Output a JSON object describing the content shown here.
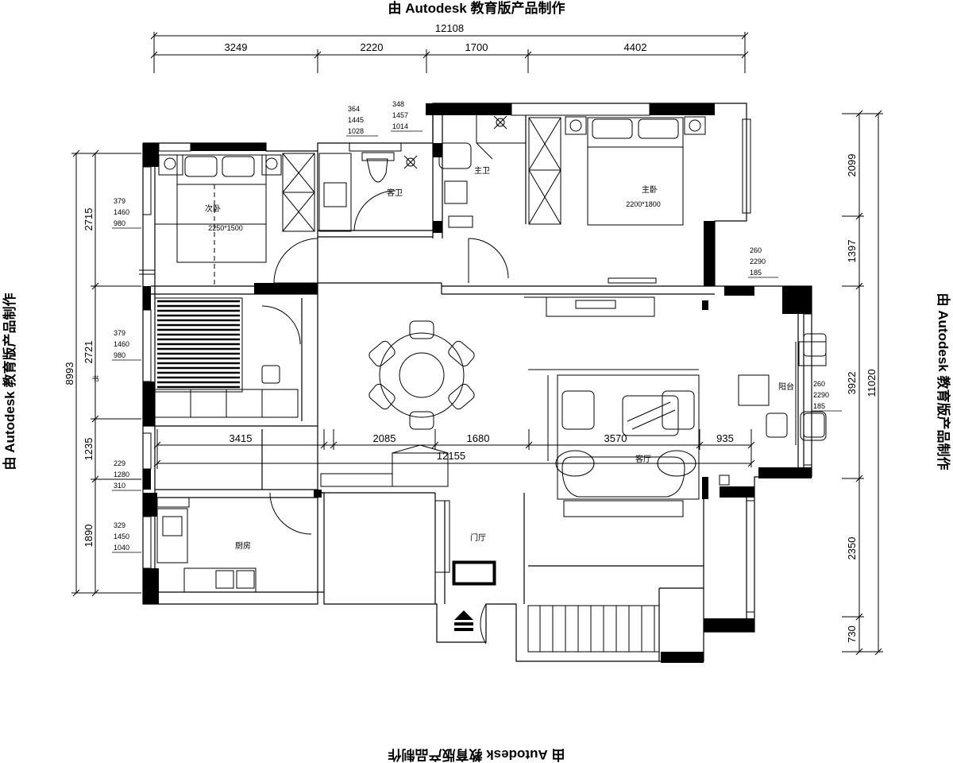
{
  "watermark": {
    "top": "由 Autodesk 教育版产品制作",
    "bottom": "由 Autodesk 教育版产品制作",
    "left": "由 Autodesk 教育版产品制作",
    "right": "由 Autodesk 教育版产品制作"
  },
  "dims": {
    "top_total": "12108",
    "top": [
      "3249",
      "2220",
      "1700",
      "4402"
    ],
    "bottom_total": "12155",
    "bottom": [
      "3415",
      "2085",
      "1680",
      "3570",
      "935"
    ],
    "left_total": "8993",
    "left": [
      "2715",
      "2721",
      "1235",
      "1890"
    ],
    "right_total": "11020",
    "right": [
      "2099",
      "1397",
      "3922",
      "2350",
      "730"
    ]
  },
  "rooms": {
    "second_bedroom": "次卧",
    "second_bedroom_bed": "2250*1500",
    "guest_bath": "客卫",
    "master_bath": "主卫",
    "master_bedroom": "主卧",
    "master_bed": "2200*1800",
    "living_room": "客厅",
    "balcony": "阳台",
    "kitchen": "厨房",
    "foyer": "门厅",
    "study_mark": "书"
  },
  "window_notes": {
    "w1": [
      "364",
      "1445",
      "1028"
    ],
    "w2": [
      "348",
      "1457",
      "1014"
    ],
    "w3": [
      "379",
      "1460",
      "980"
    ],
    "w4": [
      "379",
      "1460",
      "980"
    ],
    "w5": [
      "229",
      "1280",
      "310"
    ],
    "w6": [
      "329",
      "1450",
      "1040"
    ],
    "w7": [
      "260",
      "2290",
      "185"
    ],
    "w8": [
      "260",
      "2290",
      "185"
    ]
  }
}
